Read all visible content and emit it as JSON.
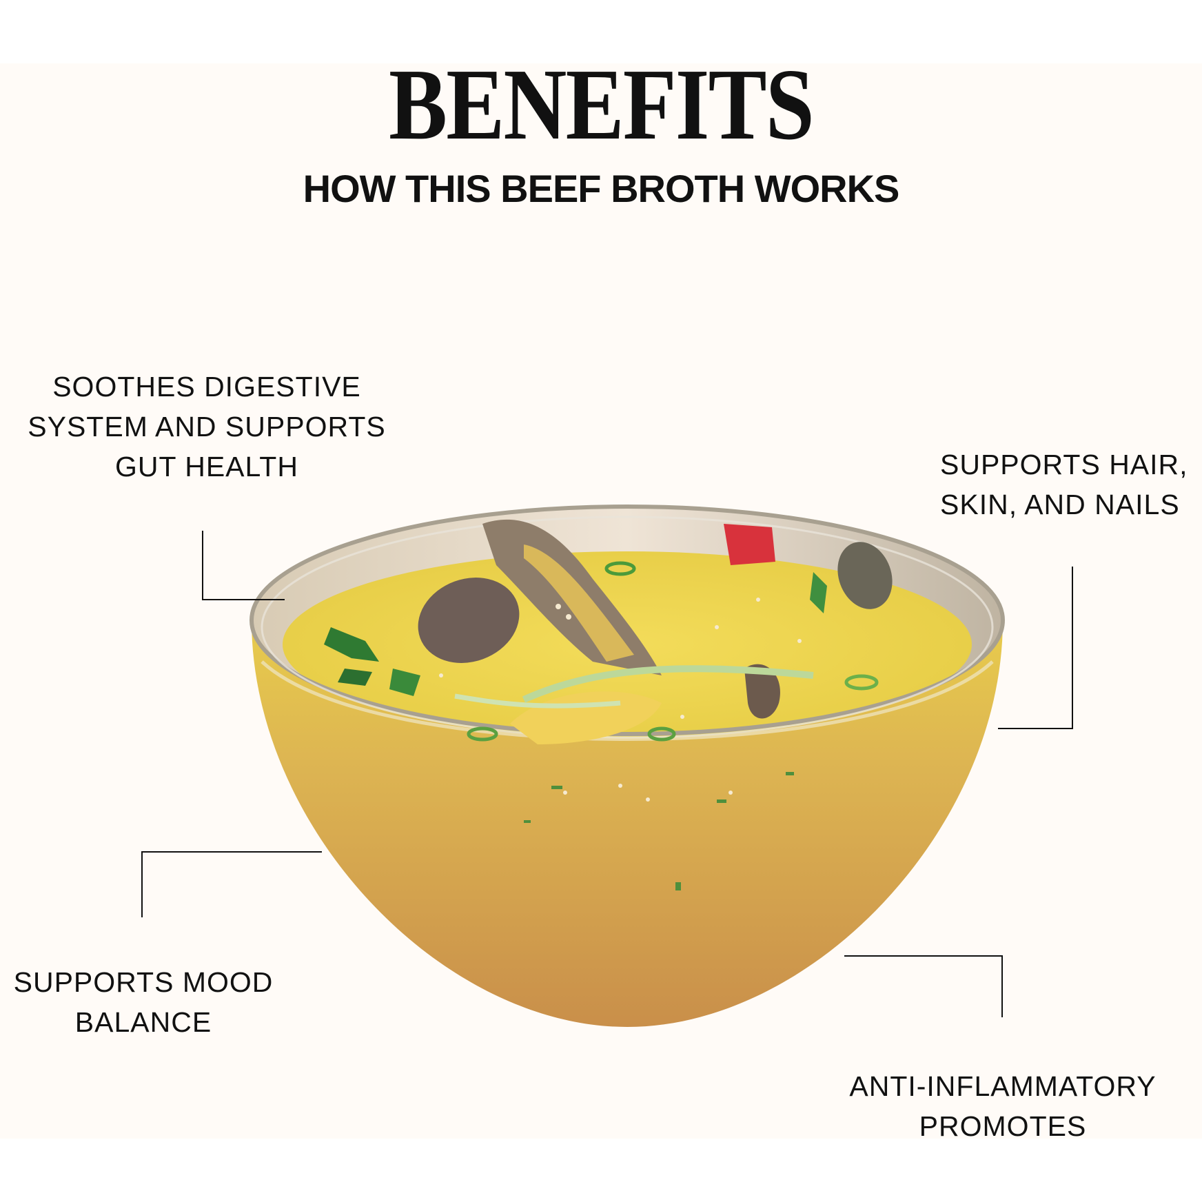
{
  "header": {
    "title": "BENEFITS",
    "subtitle": "HOW THIS BEEF BROTH WORKS"
  },
  "benefits": [
    {
      "lines": [
        "SOOTHES DIGESTIVE",
        "SYSTEM AND SUPPORTS",
        "GUT HEALTH"
      ]
    },
    {
      "lines": [
        "SUPPORTS HAIR,",
        "SKIN, AND NAILS"
      ]
    },
    {
      "lines": [
        "SUPPORTS MOOD",
        "BALANCE"
      ]
    },
    {
      "lines": [
        "ANTI-INFLAMMATORY",
        "PROMOTES"
      ]
    }
  ],
  "image": {
    "subject": "glass-bowl-of-broth-with-mushrooms-and-herbs"
  },
  "colors": {
    "background": "#fffbf7",
    "text": "#111111",
    "broth_top": "#ecd24a",
    "broth_bottom": "#d9a652"
  }
}
